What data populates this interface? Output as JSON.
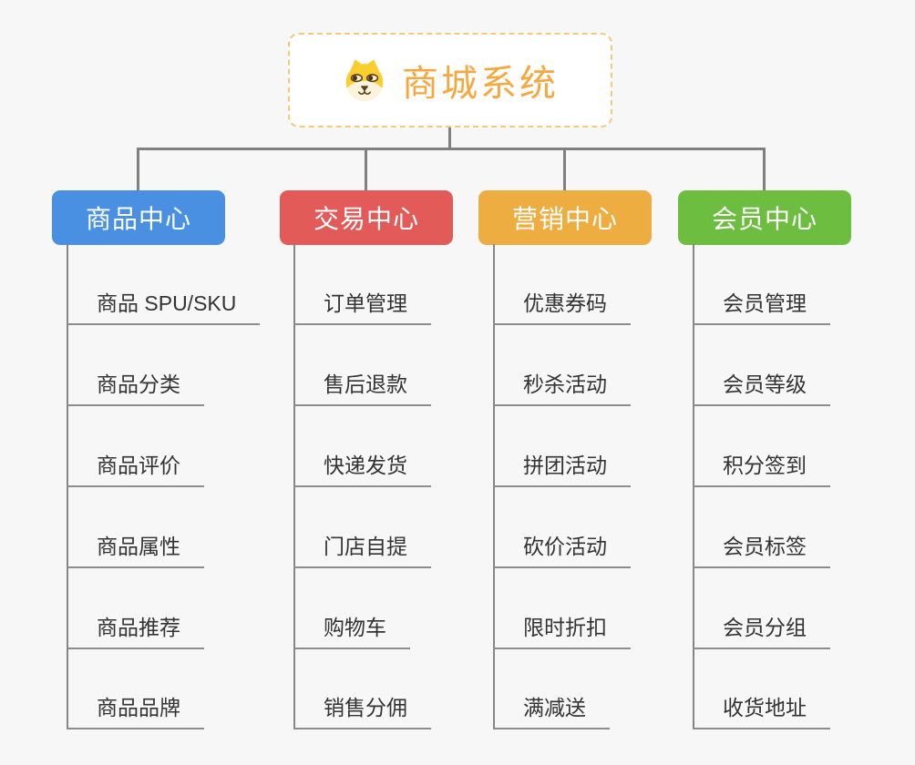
{
  "root": {
    "label": "商城系统",
    "icon": "dog-face-icon",
    "text_color": "#f5a83f",
    "border_color": "#f6c87d"
  },
  "connector_color": "#808080",
  "branches": [
    {
      "label": "商品中心",
      "color": "#4a90e2",
      "children": [
        "商品 SPU/SKU",
        "商品分类",
        "商品评价",
        "商品属性",
        "商品推荐",
        "商品品牌"
      ]
    },
    {
      "label": "交易中心",
      "color": "#e25b59",
      "children": [
        "订单管理",
        "售后退款",
        "快递发货",
        "门店自提",
        "购物车",
        "销售分佣"
      ]
    },
    {
      "label": "营销中心",
      "color": "#eead40",
      "children": [
        "优惠券码",
        "秒杀活动",
        "拼团活动",
        "砍价活动",
        "限时折扣",
        "满减送"
      ]
    },
    {
      "label": "会员中心",
      "color": "#6dbe40",
      "children": [
        "会员管理",
        "会员等级",
        "积分签到",
        "会员标签",
        "会员分组",
        "收货地址"
      ]
    }
  ]
}
